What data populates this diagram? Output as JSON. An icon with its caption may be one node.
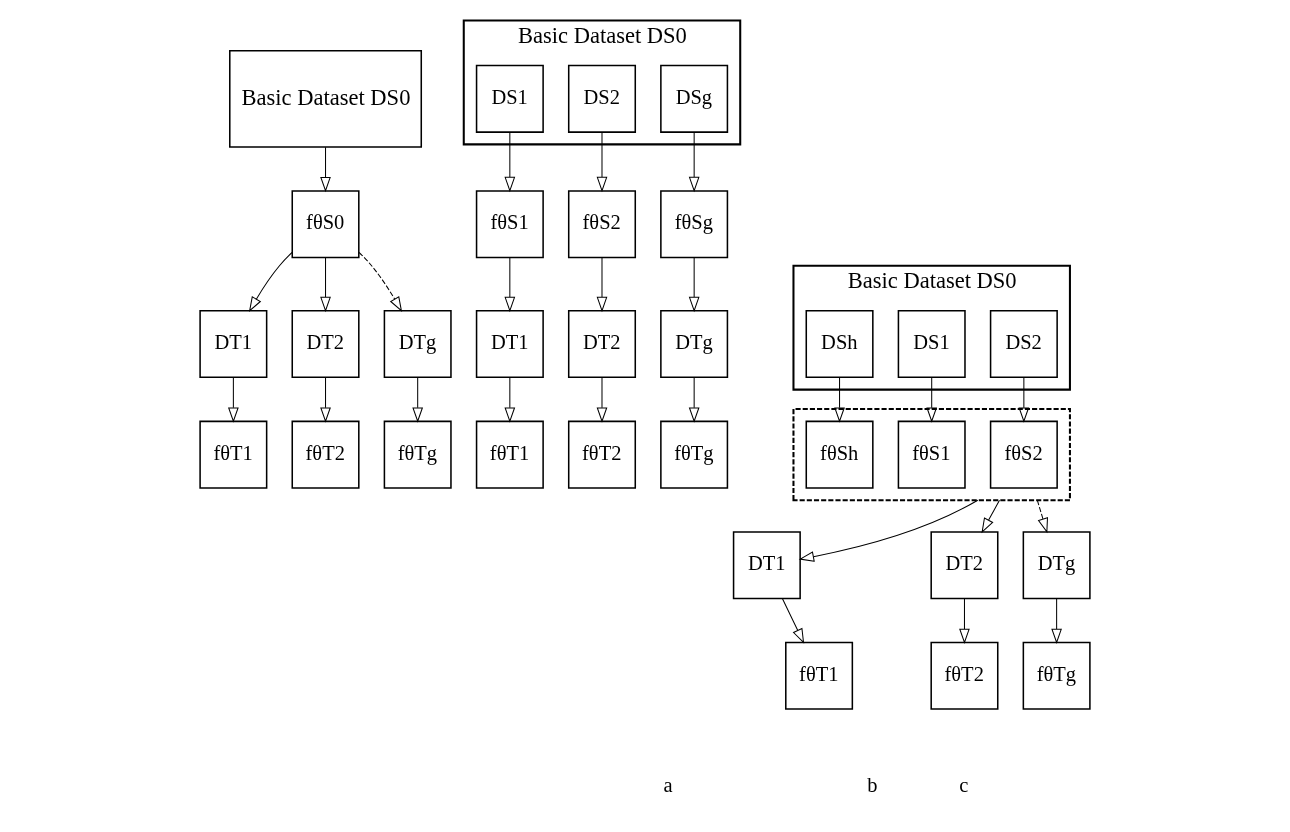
{
  "diagram": {
    "nodes": [
      {
        "text": [
          "Basic Dataset DS0"
        ]
      },
      {
        "text": [
          "fθS0"
        ]
      },
      {
        "text": [
          "DT1"
        ]
      },
      {
        "text": [
          "DT2"
        ]
      },
      {
        "text": [
          "DTg"
        ]
      },
      {
        "text": [
          "fθT1"
        ]
      },
      {
        "text": [
          "fθT2"
        ]
      },
      {
        "text": [
          "fθTg"
        ]
      },
      {
        "text": [
          "Basic Dataset DS0"
        ]
      },
      {
        "text": [
          "DS1"
        ],
        "in": 8
      },
      {
        "text": [
          "DS2"
        ],
        "in": 8
      },
      {
        "text": [
          "DSg"
        ],
        "in": 8
      },
      {
        "text": [
          "fθS1"
        ]
      },
      {
        "text": [
          "fθS2"
        ]
      },
      {
        "text": [
          "fθSg"
        ]
      },
      {
        "text": [
          "DT1"
        ]
      },
      {
        "text": [
          "DT2"
        ]
      },
      {
        "text": [
          "DTg"
        ]
      },
      {
        "text": [
          "fθT1"
        ]
      },
      {
        "text": [
          "fθT2"
        ]
      },
      {
        "text": [
          "fθTg"
        ]
      },
      {
        "text": [
          "Basic Dataset DS0"
        ]
      },
      {
        "text": [
          "DS1"
        ],
        "in": 21
      },
      {
        "text": [
          "DS2"
        ],
        "in": 21
      },
      {
        "text": [
          "DSh"
        ],
        "in": 21
      },
      {
        "text": [],
        "shape": "box"
      },
      {
        "text": [
          "fθS1"
        ],
        "in": 25
      },
      {
        "text": [
          "fθS2"
        ],
        "in": 25
      },
      {
        "text": [
          "fθSh"
        ],
        "in": 25
      },
      {
        "text": [
          "DT1"
        ]
      },
      {
        "text": [
          "DT2"
        ]
      },
      {
        "text": [
          "DTg"
        ]
      },
      {
        "text": [
          "fθT1"
        ]
      },
      {
        "text": [
          "fθT2"
        ]
      },
      {
        "text": [
          "fθTg"
        ]
      }
    ],
    "edges": [
      {
        "from": 0,
        "to": 1,
        "arrow": "to"
      },
      {
        "from": 1,
        "to": 2,
        "arrow": "to"
      },
      {
        "from": 1,
        "to": 3,
        "arrow": "to"
      },
      {
        "from": 1,
        "to": 4,
        "arrow": "to",
        "style": "dashed"
      },
      {
        "from": 2,
        "to": 5,
        "arrow": "to"
      },
      {
        "from": 3,
        "to": 6,
        "arrow": "to"
      },
      {
        "from": 4,
        "to": 7,
        "arrow": "to"
      },
      {
        "from": 9,
        "to": 12,
        "arrow": "to"
      },
      {
        "from": 10,
        "to": 13,
        "arrow": "to"
      },
      {
        "from": 11,
        "to": 14,
        "arrow": "to"
      },
      {
        "from": 12,
        "to": 15,
        "arrow": "to"
      },
      {
        "from": 13,
        "to": 16,
        "arrow": "to"
      },
      {
        "from": 14,
        "to": 17,
        "arrow": "to"
      },
      {
        "from": 15,
        "to": 18,
        "arrow": "to"
      },
      {
        "from": 16,
        "to": 19,
        "arrow": "to"
      },
      {
        "from": 17,
        "to": 20,
        "arrow": "to"
      },
      {
        "from": 22,
        "to": 26,
        "arrow": "to"
      },
      {
        "from": 23,
        "to": 27,
        "arrow": "to"
      },
      {
        "from": 24,
        "to": 28,
        "arrow": "to"
      },
      {
        "from": 25,
        "to": 29,
        "arrow": "to"
      },
      {
        "from": 25,
        "to": 30,
        "arrow": "to"
      },
      {
        "from": 25,
        "to": 31,
        "arrow": "to",
        "style": "dashed"
      },
      {
        "from": 29,
        "to": 32,
        "arrow": "to"
      },
      {
        "from": 30,
        "to": 33,
        "arrow": "to"
      },
      {
        "from": 31,
        "to": 34,
        "arrow": "to"
      }
    ],
    "labels": [
      "a",
      "b",
      "c"
    ]
  }
}
